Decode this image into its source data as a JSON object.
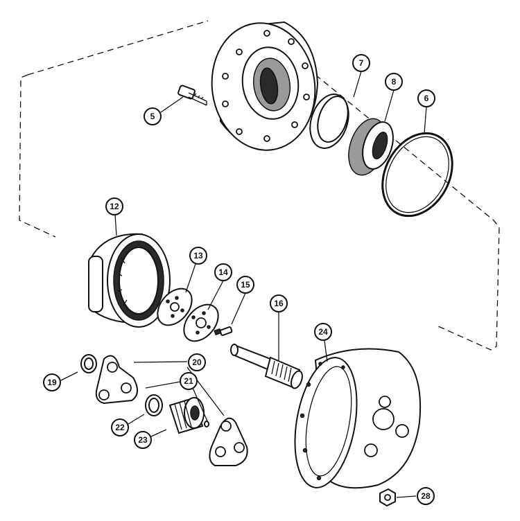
{
  "callouts": [
    {
      "id": "c5",
      "label": "5"
    },
    {
      "id": "c6",
      "label": "6"
    },
    {
      "id": "c7",
      "label": "7"
    },
    {
      "id": "c8",
      "label": "8"
    },
    {
      "id": "c12",
      "label": "12"
    },
    {
      "id": "c13",
      "label": "13"
    },
    {
      "id": "c14",
      "label": "14"
    },
    {
      "id": "c15",
      "label": "15"
    },
    {
      "id": "c16",
      "label": "16"
    },
    {
      "id": "c19",
      "label": "19"
    },
    {
      "id": "c20",
      "label": "20"
    },
    {
      "id": "c21",
      "label": "21"
    },
    {
      "id": "c22",
      "label": "22"
    },
    {
      "id": "c23",
      "label": "23"
    },
    {
      "id": "c24",
      "label": "24"
    },
    {
      "id": "c28",
      "label": "28"
    }
  ]
}
